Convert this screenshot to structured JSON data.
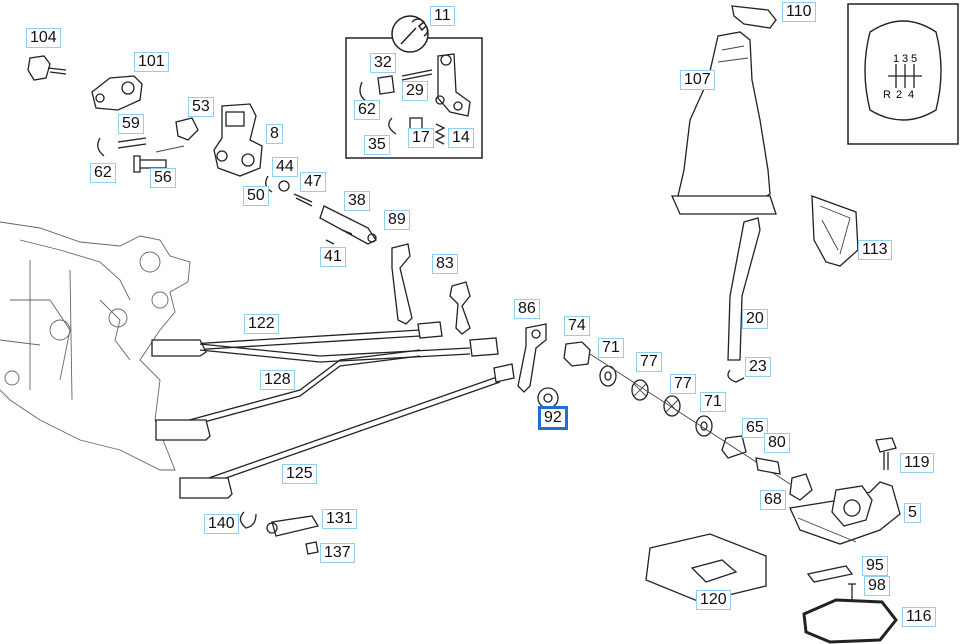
{
  "callouts": [
    {
      "id": "p104",
      "label": "104"
    },
    {
      "id": "p101",
      "label": "101"
    },
    {
      "id": "p53",
      "label": "53"
    },
    {
      "id": "p59",
      "label": "59"
    },
    {
      "id": "p8",
      "label": "8"
    },
    {
      "id": "p62a",
      "label": "62"
    },
    {
      "id": "p56",
      "label": "56"
    },
    {
      "id": "p11",
      "label": "11"
    },
    {
      "id": "p32",
      "label": "32"
    },
    {
      "id": "p29",
      "label": "29"
    },
    {
      "id": "p62b",
      "label": "62"
    },
    {
      "id": "p35",
      "label": "35"
    },
    {
      "id": "p17",
      "label": "17"
    },
    {
      "id": "p14",
      "label": "14"
    },
    {
      "id": "p44",
      "label": "44"
    },
    {
      "id": "p47",
      "label": "47"
    },
    {
      "id": "p50",
      "label": "50"
    },
    {
      "id": "p38",
      "label": "38"
    },
    {
      "id": "p89",
      "label": "89"
    },
    {
      "id": "p41",
      "label": "41"
    },
    {
      "id": "p83",
      "label": "83"
    },
    {
      "id": "p122",
      "label": "122"
    },
    {
      "id": "p128",
      "label": "128"
    },
    {
      "id": "p125",
      "label": "125"
    },
    {
      "id": "p86",
      "label": "86"
    },
    {
      "id": "p74",
      "label": "74"
    },
    {
      "id": "p71a",
      "label": "71"
    },
    {
      "id": "p77a",
      "label": "77"
    },
    {
      "id": "p77b",
      "label": "77"
    },
    {
      "id": "p71b",
      "label": "71"
    },
    {
      "id": "p92",
      "label": "92"
    },
    {
      "id": "p65",
      "label": "65"
    },
    {
      "id": "p80",
      "label": "80"
    },
    {
      "id": "p68",
      "label": "68"
    },
    {
      "id": "p110",
      "label": "110"
    },
    {
      "id": "p107",
      "label": "107"
    },
    {
      "id": "p113",
      "label": "113"
    },
    {
      "id": "p20",
      "label": "20"
    },
    {
      "id": "p23",
      "label": "23"
    },
    {
      "id": "p119",
      "label": "119"
    },
    {
      "id": "p5",
      "label": "5"
    },
    {
      "id": "p95",
      "label": "95"
    },
    {
      "id": "p98",
      "label": "98"
    },
    {
      "id": "p120",
      "label": "120"
    },
    {
      "id": "p116",
      "label": "116"
    },
    {
      "id": "p140",
      "label": "140"
    },
    {
      "id": "p131",
      "label": "131"
    },
    {
      "id": "p137",
      "label": "137"
    }
  ],
  "selected_part": "92",
  "shift_pattern": {
    "top_row": [
      "1",
      "3",
      "5"
    ],
    "bottom_row": [
      "R",
      "2",
      "4"
    ]
  },
  "colors": {
    "callout_border": "#8fd0f0",
    "selected_border": "#1f6fd0",
    "line": "#222222"
  },
  "icons": {
    "wrench_badge": "wrench-icon"
  }
}
